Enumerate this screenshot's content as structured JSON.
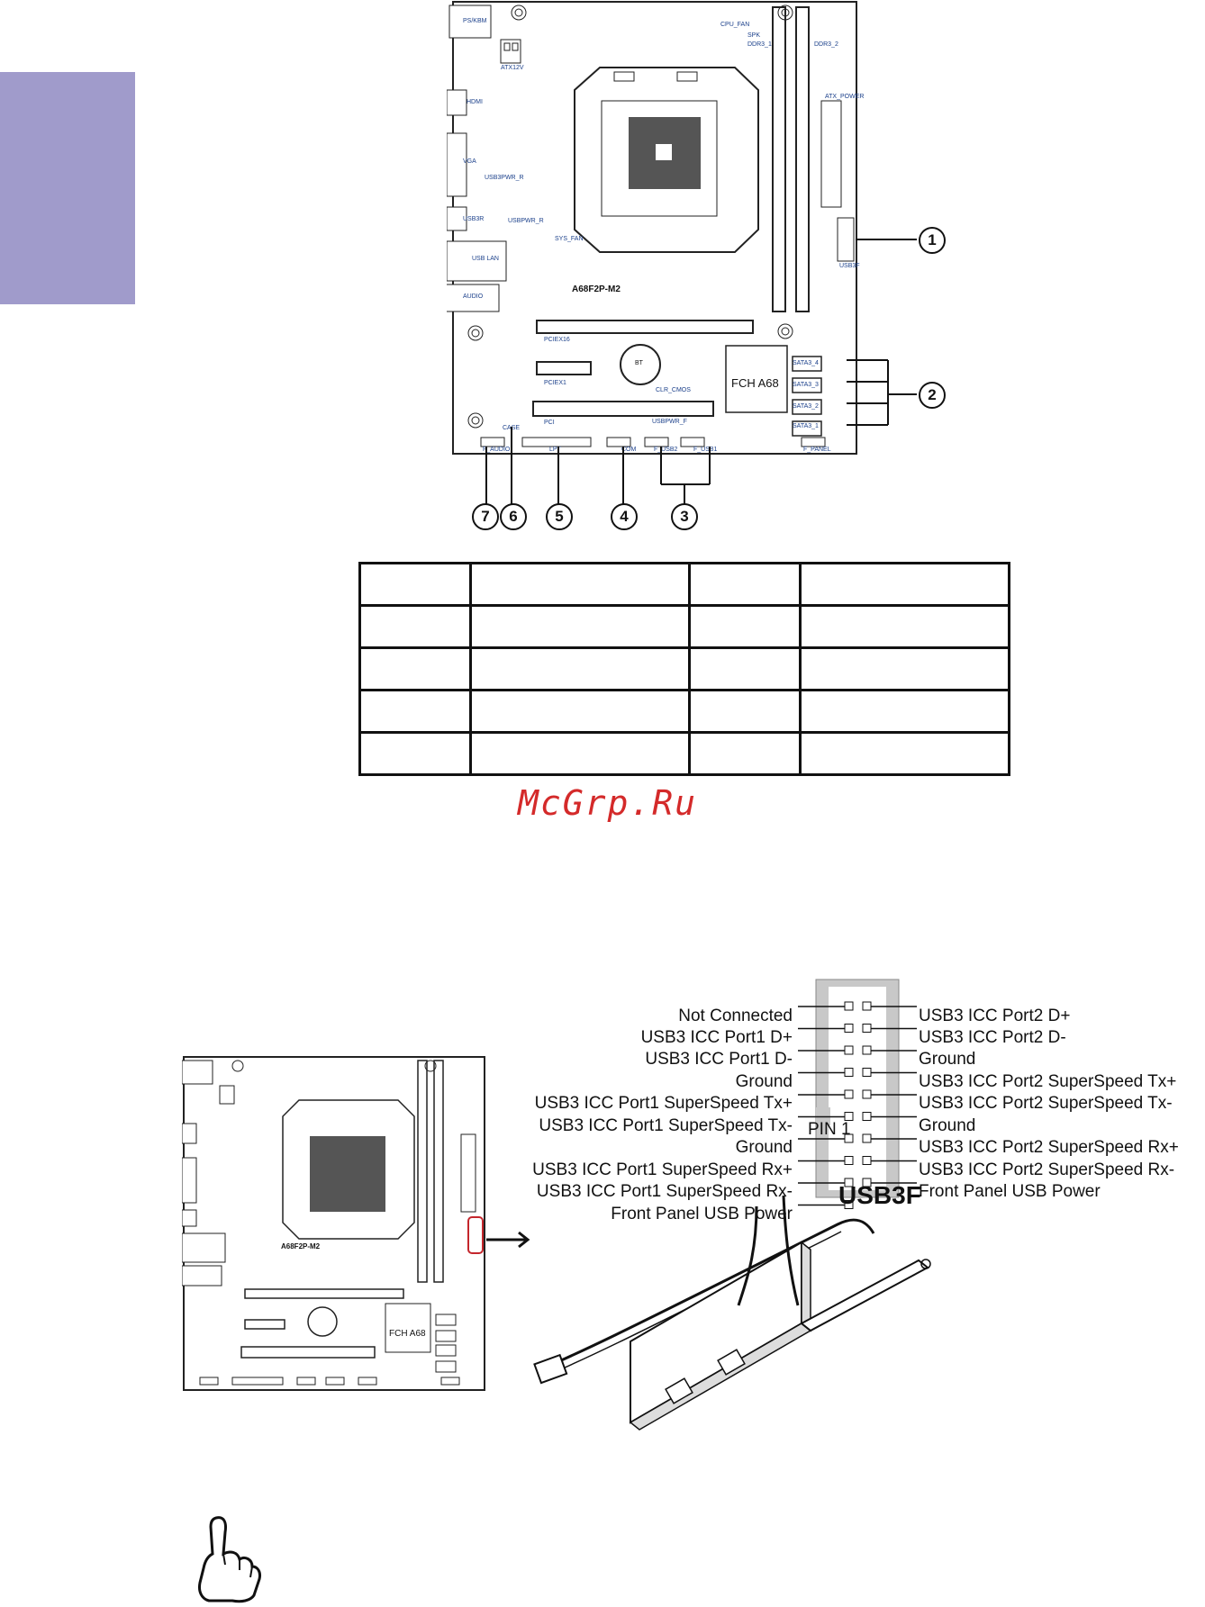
{
  "side_tab": {
    "color": "#a09bcb"
  },
  "board_top": {
    "model": "A68F2P-M2",
    "chip": "FCH A68",
    "labels": {
      "ps2": "PS/KBM",
      "atx12v": "ATX12V",
      "cpu_fan": "CPU_FAN",
      "spk": "SPK",
      "ddr3_1": "DDR3_1",
      "ddr3_2": "DDR3_2",
      "atx_power": "ATX_POWER",
      "hdmi": "HDMI",
      "vga": "VGA",
      "usb3pwr_r": "USB3PWR_R",
      "usb3r": "USB3R",
      "usbpwr_r": "USBPWR_R",
      "sys_fan": "SYS_FAN",
      "usb_lan": "USB LAN",
      "audio": "AUDIO",
      "usb3f": "USB3F",
      "pciex16": "PCIEX16",
      "pciex1": "PCIEX1",
      "bt": "BT",
      "clr_cmos": "CLR_CMOS",
      "pci": "PCI",
      "usbpwr_f": "USBPWR_F",
      "case": "CASE",
      "f_audio": "F_AUDIO",
      "lpt": "LPT",
      "com": "COM",
      "f_usb2": "F_USB2",
      "f_usb1": "F_USB1",
      "f_panel": "F_PANEL",
      "sata3_4": "SATA3_4",
      "sata3_3": "SATA3_3",
      "sata3_2": "SATA3_2",
      "sata3_1": "SATA3_1"
    },
    "callouts": [
      "1",
      "2",
      "3",
      "4",
      "5",
      "6",
      "7"
    ]
  },
  "watermark": "McGrp.Ru",
  "usb3_header": {
    "left_pins": [
      "Not Connected",
      "USB3 ICC Port1 D+",
      "USB3 ICC Port1 D-",
      "Ground",
      "USB3 ICC Port1 SuperSpeed Tx+",
      "USB3 ICC Port1 SuperSpeed Tx-",
      "Ground",
      "USB3 ICC Port1 SuperSpeed Rx+",
      "USB3 ICC Port1 SuperSpeed Rx-",
      "Front Panel USB Power"
    ],
    "right_pins": [
      "USB3 ICC Port2 D+",
      "USB3 ICC Port2 D-",
      "Ground",
      "USB3 ICC Port2 SuperSpeed Tx+",
      "USB3 ICC Port2 SuperSpeed Tx-",
      "Ground",
      "USB3 ICC Port2 SuperSpeed Rx+",
      "USB3 ICC Port2 SuperSpeed Rx-",
      "Front Panel USB Power"
    ],
    "pin1_label": "PIN 1",
    "bracket_label": "USB3F"
  },
  "icons": {
    "note": "pointing-hand-icon",
    "arrow": "right-arrow-icon"
  }
}
